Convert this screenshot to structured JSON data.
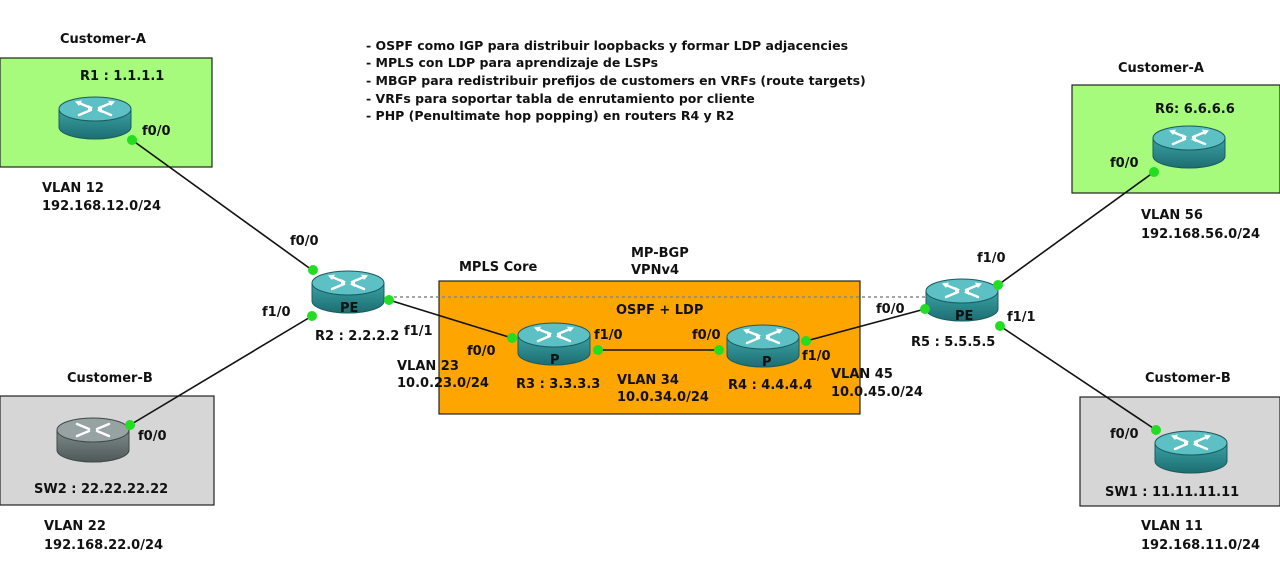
{
  "notes": [
    "- OSPF como IGP para distribuir loopbacks y formar LDP adjacencies",
    "- MPLS con LDP para aprendizaje de LSPs",
    "- MBGP para redistribuir prefijos de customers en VRFs (route targets)",
    "- VRFs para soportar tabla de enrutamiento por cliente",
    "- PHP (Penultimate hop popping) en routers R4 y R2"
  ],
  "areas": {
    "cust_a_left": {
      "title": "Customer-A",
      "router": "R1 : 1.1.1.1"
    },
    "cust_b_left": {
      "title": "Customer-B",
      "router": "SW2 : 22.22.22.22"
    },
    "cust_a_right": {
      "title": "Customer-A",
      "router": "R6: 6.6.6.6"
    },
    "cust_b_right": {
      "title": "Customer-B",
      "router": "SW1 : 11.11.11.11"
    },
    "core": {
      "title": "MPLS Core",
      "protocol": "OSPF + LDP"
    }
  },
  "mpbgp": {
    "line1": "MP-BGP",
    "line2": "VPNv4"
  },
  "routers": {
    "r2": {
      "badge": "PE",
      "label": "R2 : 2.2.2.2"
    },
    "r3": {
      "badge": "P",
      "label": "R3 : 3.3.3.3"
    },
    "r4": {
      "badge": "P",
      "label": "R4 : 4.4.4.4"
    },
    "r5": {
      "badge": "PE",
      "label": "R5 : 5.5.5.5"
    }
  },
  "interfaces": {
    "r1_f00": "f0/0",
    "r2_f00": "f0/0",
    "r2_f10": "f1/0",
    "r2_f11": "f1/1",
    "sw2_f00": "f0/0",
    "r3_f00": "f0/0",
    "r3_f10": "f1/0",
    "r4_f00": "f0/0",
    "r4_f10": "f1/0",
    "r5_f00": "f0/0",
    "r5_f10": "f1/0",
    "r5_f11": "f1/1",
    "r6_f00": "f0/0",
    "sw1_f00": "f0/0"
  },
  "vlans": {
    "v12": {
      "name": "VLAN 12",
      "net": "192.168.12.0/24"
    },
    "v22": {
      "name": "VLAN 22",
      "net": "192.168.22.0/24"
    },
    "v23": {
      "name": "VLAN 23",
      "net": "10.0.23.0/24"
    },
    "v34": {
      "name": "VLAN 34",
      "net": "10.0.34.0/24"
    },
    "v45": {
      "name": "VLAN 45",
      "net": "10.0.45.0/24"
    },
    "v56": {
      "name": "VLAN 56",
      "net": "192.168.56.0/24"
    },
    "v11": {
      "name": "VLAN 11",
      "net": "192.168.11.0/24"
    }
  },
  "colors": {
    "customer_a": "#a6fb7c",
    "customer_b": "#d6d6d6",
    "core": "#ffa500",
    "router": "#2f8f93",
    "switch": "#6f7b7b",
    "link_dot": "#22dd22"
  }
}
